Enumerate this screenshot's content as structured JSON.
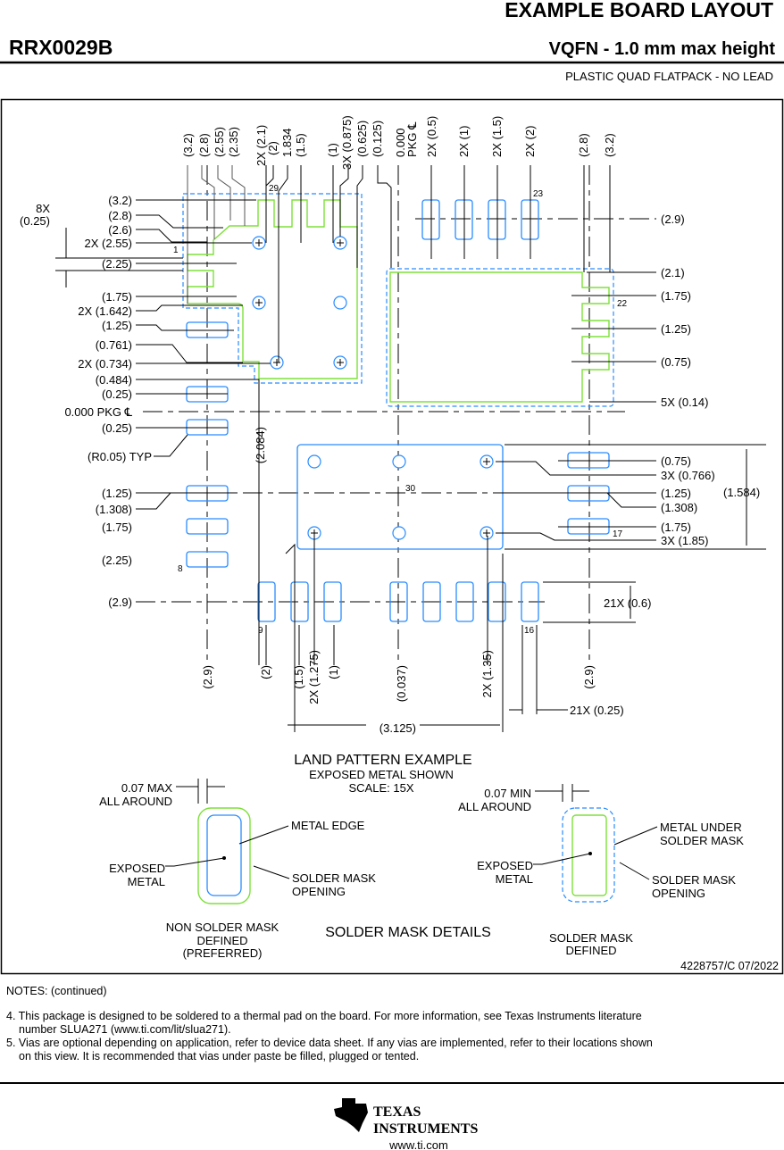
{
  "header": {
    "title": "EXAMPLE BOARD LAYOUT",
    "part_number": "RRX0029B",
    "package": "VQFN - 1.0 mm max height",
    "package_desc": "PLASTIC QUAD FLATPACK - NO LEAD"
  },
  "colors": {
    "pad_outline": "#2a8cff",
    "solder_mask_outline": "#2a8cff",
    "metal_outline": "#7ee03a"
  },
  "top_dims": [
    "(3.2)",
    "(2.8)",
    "(2.55)",
    "(2.35)",
    "2X (2.1)",
    "(2)",
    "1.834",
    "(1.5)",
    "(1)",
    "3X (0.875)",
    "(0.625)",
    "(0.125)",
    "0.000",
    "PKG ℄",
    "2X (0.5)",
    "2X (1)",
    "2X (1.5)",
    "2X (2)",
    "(2.8)",
    "(3.2)"
  ],
  "left_dims": [
    "(3.2)",
    "(2.8)",
    "(2.6)",
    "2X (2.55)",
    "(2.25)",
    "(1.75)",
    "2X (1.642)",
    "(1.25)",
    "(0.761)",
    "2X (0.734)",
    "(0.484)",
    "(0.25)",
    "0.000 PKG ℄",
    "(0.25)",
    "(R0.05) TYP",
    "(1.25)",
    "(1.308)",
    "(1.75)",
    "(2.25)",
    "(2.9)"
  ],
  "left_pitch": [
    "8X",
    "(0.25)"
  ],
  "right_dims": [
    "(2.9)",
    "(2.1)",
    "(1.75)",
    "(1.25)",
    "(0.75)",
    "5X (0.14)",
    "(0.75)",
    "3X (0.766)",
    "(1.25)",
    "(1.308)",
    "(1.75)",
    "3X (1.85)",
    "(1.584)",
    "21X (0.6)",
    "21X (0.25)"
  ],
  "bottom_dims": [
    "(2.9)",
    "(2)",
    "(1.5)",
    "2X (1.275)",
    "(1)",
    "(0.037)",
    "2X (1.35)",
    "(2.9)",
    "(2.084)",
    "(3.125)"
  ],
  "pins": [
    "29",
    "1",
    "23",
    "22",
    "30",
    "17",
    "8",
    "9",
    "16"
  ],
  "land_pattern": {
    "title": "LAND PATTERN EXAMPLE",
    "subtitle": "EXPOSED METAL SHOWN",
    "scale": "SCALE: 15X"
  },
  "solder_mask": {
    "title": "SOLDER MASK DETAILS",
    "nsmd": {
      "clearance": "0.07 MAX",
      "around": "ALL AROUND",
      "metal_edge": "METAL EDGE",
      "exposed": "EXPOSED",
      "metal": "METAL",
      "opening1": "SOLDER MASK",
      "opening2": "OPENING",
      "name1": "NON SOLDER MASK",
      "name2": "DEFINED",
      "name3": "(PREFERRED)"
    },
    "smd": {
      "clearance": "0.07 MIN",
      "around": "ALL AROUND",
      "under1": "METAL UNDER",
      "under2": "SOLDER MASK",
      "exposed": "EXPOSED",
      "metal": "METAL",
      "opening1": "SOLDER MASK",
      "opening2": "OPENING",
      "name1": "SOLDER MASK",
      "name2": "DEFINED"
    }
  },
  "doc_id": "4228757/C   07/2022",
  "notes": {
    "heading": "NOTES: (continued)",
    "n4a": "4. This package is designed to be soldered to a thermal pad on the board. For more information, see Texas Instruments literature",
    "n4b": "number SLUA271 (www.ti.com/lit/slua271).",
    "n5a": "5. Vias are optional depending on application, refer to device data sheet. If any vias are implemented, refer to their locations shown",
    "n5b": "on this view. It is recommended that vias under paste be filled, plugged or tented."
  },
  "footer": {
    "logo_text1": "TEXAS",
    "logo_text2": "INSTRUMENTS",
    "url": "www.ti.com"
  }
}
